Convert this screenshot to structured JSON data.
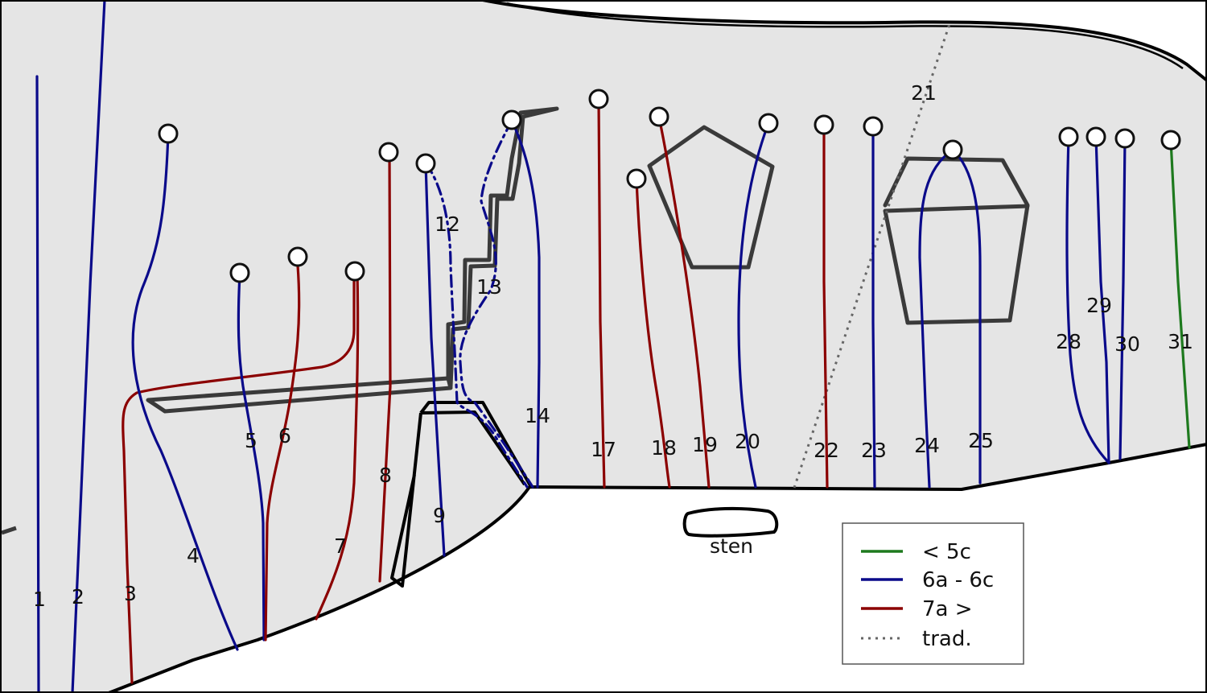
{
  "colors": {
    "easy": "#1e7a1e",
    "mid": "#0a0a8a",
    "hard": "#8b0000",
    "trad": "#666666",
    "rock": "#e5e5e5",
    "feature": "#3a3a3a"
  },
  "legend": {
    "easy": "< 5c",
    "mid": "6a - 6c",
    "hard": "7a >",
    "trad": "trad."
  },
  "boulder_label": "sten",
  "routes": [
    {
      "n": "1",
      "grade": "mid"
    },
    {
      "n": "2",
      "grade": "mid"
    },
    {
      "n": "3",
      "grade": "hard"
    },
    {
      "n": "4",
      "grade": "mid"
    },
    {
      "n": "5",
      "grade": "mid"
    },
    {
      "n": "6",
      "grade": "hard"
    },
    {
      "n": "7",
      "grade": "hard"
    },
    {
      "n": "8",
      "grade": "hard"
    },
    {
      "n": "9",
      "grade": "mid"
    },
    {
      "n": "12",
      "grade": "mid"
    },
    {
      "n": "13",
      "grade": "mid"
    },
    {
      "n": "14",
      "grade": "mid"
    },
    {
      "n": "17",
      "grade": "hard"
    },
    {
      "n": "18",
      "grade": "hard"
    },
    {
      "n": "19",
      "grade": "hard"
    },
    {
      "n": "20",
      "grade": "mid"
    },
    {
      "n": "21",
      "grade": "trad"
    },
    {
      "n": "22",
      "grade": "hard"
    },
    {
      "n": "23",
      "grade": "mid"
    },
    {
      "n": "24",
      "grade": "mid"
    },
    {
      "n": "25",
      "grade": "mid"
    },
    {
      "n": "28",
      "grade": "mid"
    },
    {
      "n": "29",
      "grade": "mid"
    },
    {
      "n": "30",
      "grade": "mid"
    },
    {
      "n": "31",
      "grade": "easy"
    }
  ]
}
